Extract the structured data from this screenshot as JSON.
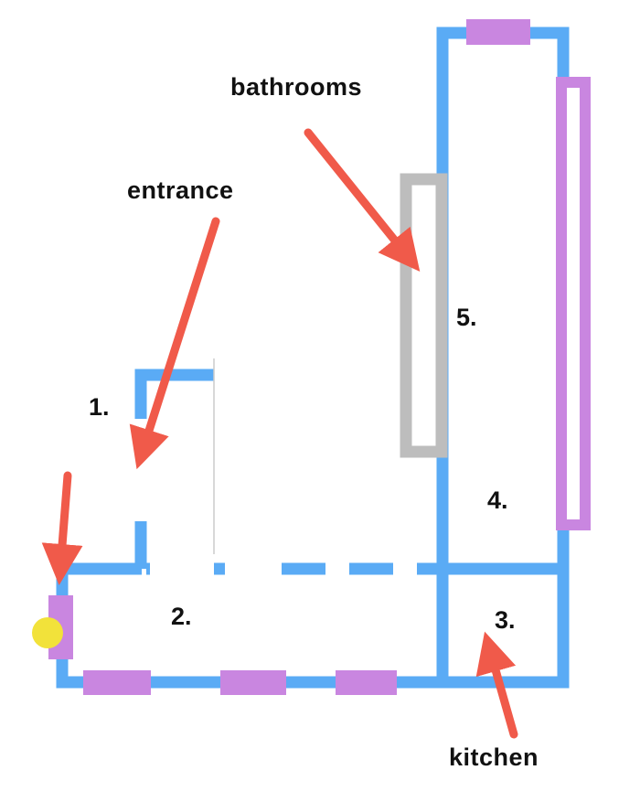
{
  "labels": {
    "bathrooms": "bathrooms",
    "entrance": "entrance",
    "kitchen": "kitchen"
  },
  "room_numbers": [
    "1.",
    "2.",
    "3.",
    "4.",
    "5."
  ],
  "colors": {
    "wall": "#5aabf5",
    "window": "#c986e0",
    "bathroom_block": "#bdbdbd",
    "arrow": "#f05a4a",
    "marker": "#f2e23a",
    "text": "#111111"
  }
}
